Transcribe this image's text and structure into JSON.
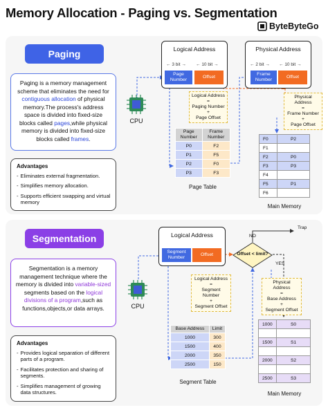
{
  "title": "Memory Allocation - Paging vs. Segmentation",
  "brand": "ByteByteGo",
  "colors": {
    "paging_pill": "#3f63e6",
    "segmentation_pill": "#8b3fe6",
    "accent_orange": "#f26b22",
    "accent_blue": "#4169e1"
  },
  "paging": {
    "pill": "Paging",
    "desc": {
      "p1": "Paging is a memory management scheme that eliminates the need for ",
      "h1": "contiguous allocation",
      "p2": " of physical memory.The process's address space is divided into fixed-size blocks called ",
      "h2": "pages",
      "p3": ",while physical memory is divided into fixed-size blocks called ",
      "h3": "frames",
      "p4": "."
    },
    "advantages_title": "Advantages",
    "advantages": [
      "Eliminates external fragmentation.",
      "Simplifies memory allocation.",
      "Supports efficient swapping and virtual memory"
    ],
    "cpu_label": "CPU",
    "logical_address": {
      "label": "Logical Address",
      "bits_left": "3 bit",
      "bits_right": "10 bit",
      "field1": "Page Number",
      "field2": "Offset"
    },
    "physical_address": {
      "label": "Physical Address",
      "bits_left": "2 bit",
      "bits_right": "10 bit",
      "field1": "Frame Number",
      "field2": "Offset"
    },
    "formula_logical": [
      "Logical Address",
      "=",
      "Paging Number",
      "+",
      "Page Offset"
    ],
    "formula_physical": [
      "Physical Address",
      "=",
      "Frame Number",
      "+",
      "Page Offset"
    ],
    "page_table": {
      "headers": [
        "Page Number",
        "Frame Number"
      ],
      "rows": [
        [
          "P0",
          "F2"
        ],
        [
          "P1",
          "F5"
        ],
        [
          "P2",
          "F0"
        ],
        [
          "P3",
          "F3"
        ]
      ]
    },
    "page_table_caption": "Page Table",
    "memory": {
      "rows": [
        [
          "F0",
          "P2"
        ],
        [
          "F1",
          ""
        ],
        [
          "F2",
          "P0"
        ],
        [
          "F3",
          "P3"
        ],
        [
          "F4",
          ""
        ],
        [
          "F5",
          "P1"
        ],
        [
          "F6",
          ""
        ]
      ]
    },
    "memory_caption": "Main Memory"
  },
  "segmentation": {
    "pill": "Segmentation",
    "desc": {
      "p1": "Segmentation is a memory management technique where the memory is divided into ",
      "h1": "variable-sized",
      "p2": " segments based on the ",
      "h2": "logical divisions of a program",
      "p3": ",such as functions,objects,or data arrays."
    },
    "advantages_title": "Advantages",
    "advantages": [
      "Provides logical separation of different parts of a program.",
      "Facilitates protection and sharing of segments.",
      "Simplifies management of growing data structures."
    ],
    "cpu_label": "CPU",
    "logical_address": {
      "label": "Logical Address",
      "field1": "Segment Number",
      "field2": "Offset"
    },
    "decision": "Offset < limit?",
    "no_label": "NO",
    "yes_label": "YES",
    "trap_label": "Trap",
    "formula_logical": [
      "Logical Address",
      "=",
      "Segment Number",
      "+",
      "Segment Offset"
    ],
    "formula_physical": [
      "Physical Address",
      "=",
      "Base Address",
      "+",
      "Segment Offset"
    ],
    "segment_table": {
      "headers": [
        "Base Address",
        "Limit"
      ],
      "rows": [
        [
          "1000",
          "300"
        ],
        [
          "1500",
          "400"
        ],
        [
          "2000",
          "350"
        ],
        [
          "2500",
          "150"
        ]
      ]
    },
    "segment_table_caption": "Segment Table",
    "memory": {
      "rows": [
        [
          "1000",
          "S0"
        ],
        [
          "",
          ""
        ],
        [
          "1500",
          "S1"
        ],
        [
          "",
          ""
        ],
        [
          "2000",
          "S2"
        ],
        [
          "",
          ""
        ],
        [
          "2500",
          "S3"
        ]
      ]
    },
    "memory_caption": "Main Memory"
  }
}
